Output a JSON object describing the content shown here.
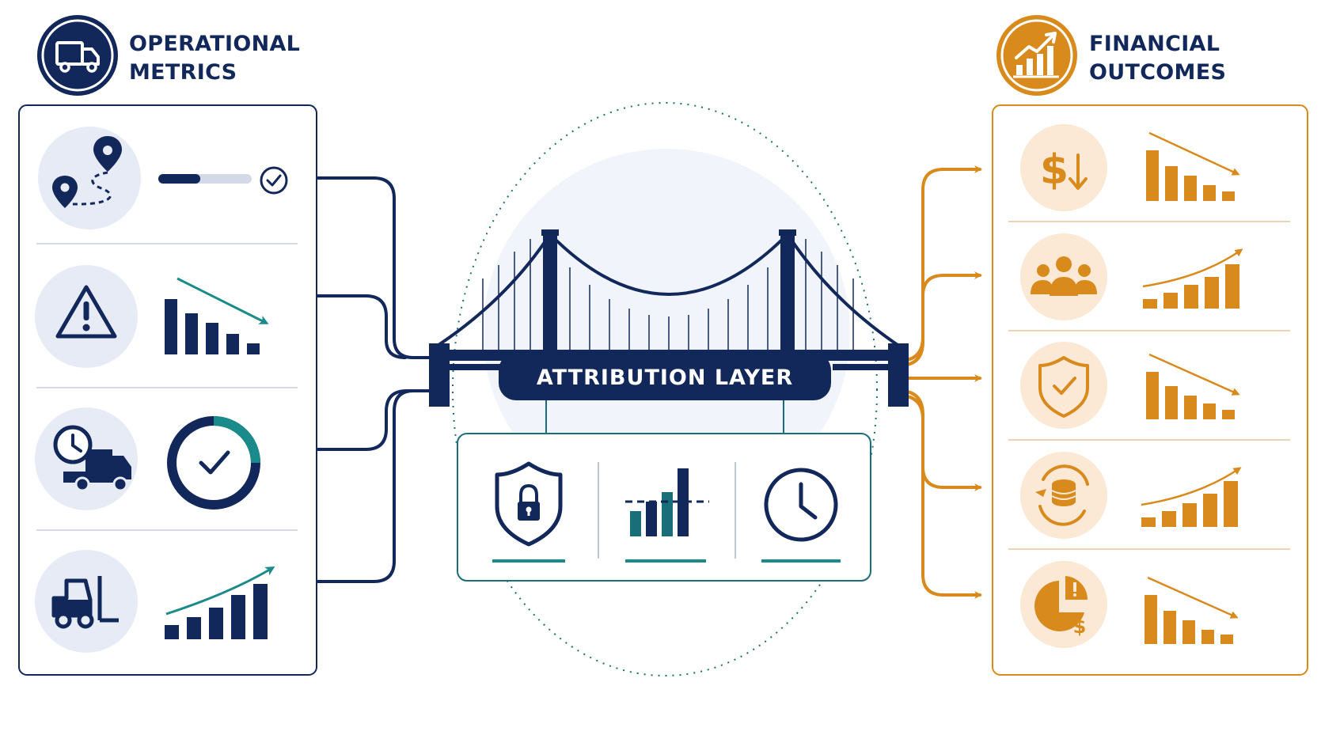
{
  "left_panel": {
    "title_lines": [
      "OPERATIONAL",
      "METRICS"
    ],
    "header_icon": "delivery-truck-icon",
    "rows": [
      {
        "icon": "route-pins-icon",
        "indicator": "progress-bar-check",
        "progress": 0.45
      },
      {
        "icon": "warning-triangle-icon",
        "indicator": "bar-chart-decreasing"
      },
      {
        "icon": "clock-truck-icon",
        "indicator": "donut-check",
        "progress": 0.75
      },
      {
        "icon": "forklift-icon",
        "indicator": "bar-chart-increasing"
      }
    ]
  },
  "center": {
    "label": "ATTRIBUTION LAYER",
    "icon": "suspension-bridge",
    "features": [
      "shield-lock-icon",
      "bar-chart-threshold-icon",
      "clock-icon"
    ]
  },
  "right_panel": {
    "title_lines": [
      "FINANCIAL",
      "OUTCOMES"
    ],
    "header_icon": "growth-chart-icon",
    "rows": [
      {
        "icon": "dollar-down-icon",
        "trend": "decreasing"
      },
      {
        "icon": "people-group-icon",
        "trend": "increasing"
      },
      {
        "icon": "shield-check-icon",
        "trend": "decreasing"
      },
      {
        "icon": "coin-cycle-icon",
        "trend": "increasing"
      },
      {
        "icon": "pie-alert-dollar-icon",
        "trend": "decreasing"
      }
    ]
  },
  "colors": {
    "navy": "#13285a",
    "teal": "#1a8a8a",
    "orange": "#d98a1c",
    "light_blue": "#e6ebf5",
    "peach": "#fbe9d5"
  }
}
